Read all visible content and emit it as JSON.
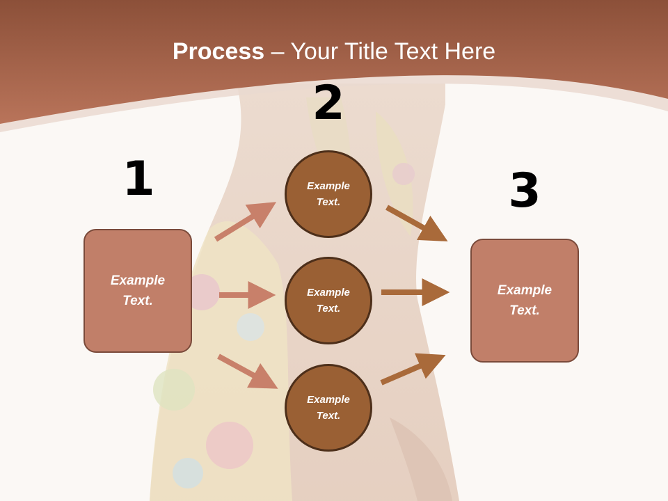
{
  "title": {
    "bold": "Process",
    "rest": " – Your Title Text Here"
  },
  "steps": [
    {
      "number": "1",
      "box_text": [
        "Example",
        "Text."
      ]
    },
    {
      "number": "2",
      "circles": [
        [
          "Example",
          "Text."
        ],
        [
          "Example",
          "Text."
        ],
        [
          "Example",
          "Text."
        ]
      ]
    },
    {
      "number": "3",
      "box_text": [
        "Example",
        "Text."
      ]
    }
  ],
  "colors": {
    "header": "#a8674b",
    "box_fill": "#c17f69",
    "circle_fill": "#9a6034",
    "arrow_left": "#c8806a",
    "arrow_right": "#a96a3a"
  }
}
